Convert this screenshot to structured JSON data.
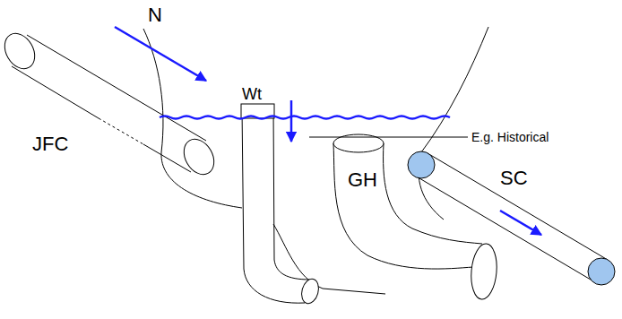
{
  "diagram": {
    "labels": [
      "N",
      "Wt",
      "JFC",
      "GH",
      "E.g. Historical",
      "SC"
    ]
  }
}
